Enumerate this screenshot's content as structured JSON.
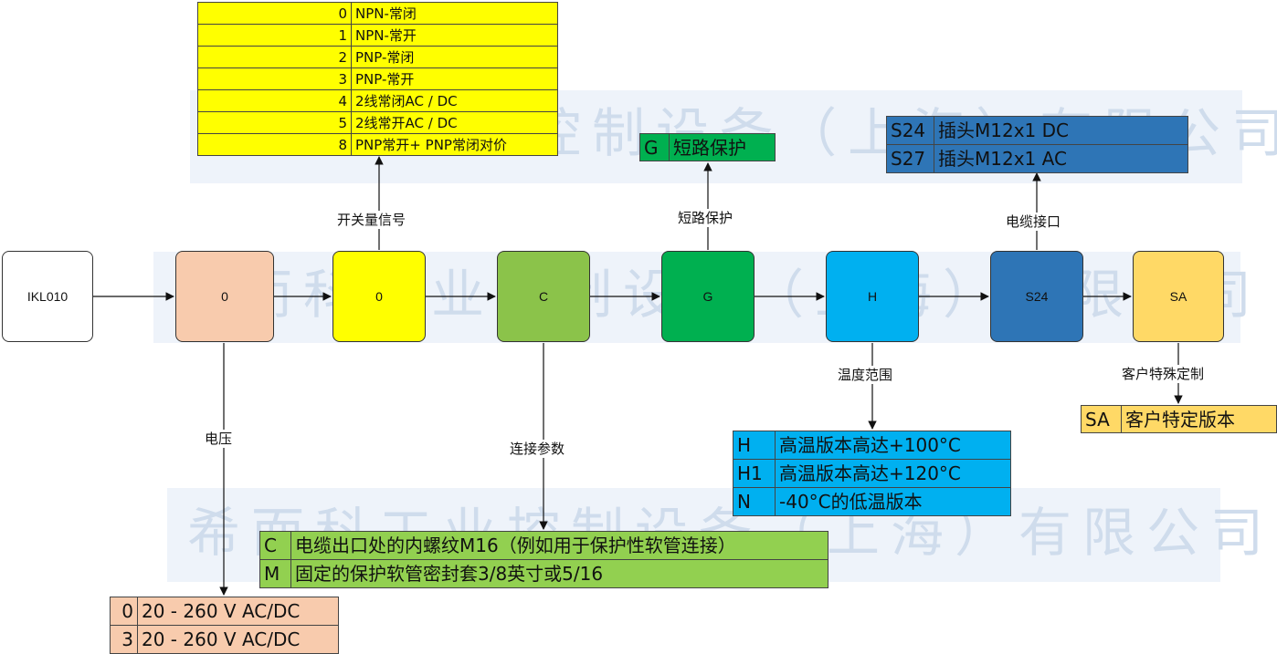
{
  "watermark": {
    "text": "希而科工业控制设备（上海）有限公司"
  },
  "nodes": {
    "start": "IKL010",
    "voltage": "0",
    "signal": "0",
    "connection": "C",
    "short": "G",
    "temp": "H",
    "plug": "S24",
    "custom": "SA"
  },
  "edges": {
    "signal_label": "开关量信号",
    "short_label": "短路保护",
    "plug_label": "电缆接口",
    "voltage_label": "电压",
    "connection_label": "连接参数",
    "temp_label": "温度范围",
    "custom_label": "客户特殊定制"
  },
  "tables": {
    "signal": [
      {
        "code": "0",
        "desc": "NPN-常闭"
      },
      {
        "code": "1",
        "desc": "NPN-常开"
      },
      {
        "code": "2",
        "desc": "PNP-常闭"
      },
      {
        "code": "3",
        "desc": "PNP-常开"
      },
      {
        "code": "4",
        "desc": "2线常闭AC / DC"
      },
      {
        "code": "5",
        "desc": "2线常开AC / DC"
      },
      {
        "code": "8",
        "desc": "PNP常开+ PNP常闭对价"
      }
    ],
    "short": [
      {
        "code": "G",
        "desc": "短路保护"
      }
    ],
    "plug": [
      {
        "code": "S24",
        "desc": "插头M12x1 DC"
      },
      {
        "code": "S27",
        "desc": "插头M12x1 AC"
      }
    ],
    "temp": [
      {
        "code": "H",
        "desc": "高温版本高达+100°C"
      },
      {
        "code": "H1",
        "desc": "高温版本高达+120°C"
      },
      {
        "code": "N",
        "desc": "-40°C的低温版本"
      }
    ],
    "custom": [
      {
        "code": "SA",
        "desc": "客户特定版本"
      }
    ],
    "connection": [
      {
        "code": "C",
        "desc": "电缆出口处的内螺纹M16（例如用于保护性软管连接）"
      },
      {
        "code": "M",
        "desc": "固定的保护软管密封套3/8英寸或5/16"
      }
    ],
    "voltage": [
      {
        "code": "0",
        "desc": "20 - 260 V AC/DC"
      },
      {
        "code": "3",
        "desc": "20 - 260 V AC/DC"
      }
    ]
  },
  "colors": {
    "start": "#ffffff",
    "voltage": "#f8cbad",
    "signal": "#ffff00",
    "connection": "#8bc34a",
    "short": "#00b050",
    "temp": "#00b0f0",
    "plug": "#2e75b6",
    "custom": "#ffd966",
    "conn_table": "#92d050"
  }
}
